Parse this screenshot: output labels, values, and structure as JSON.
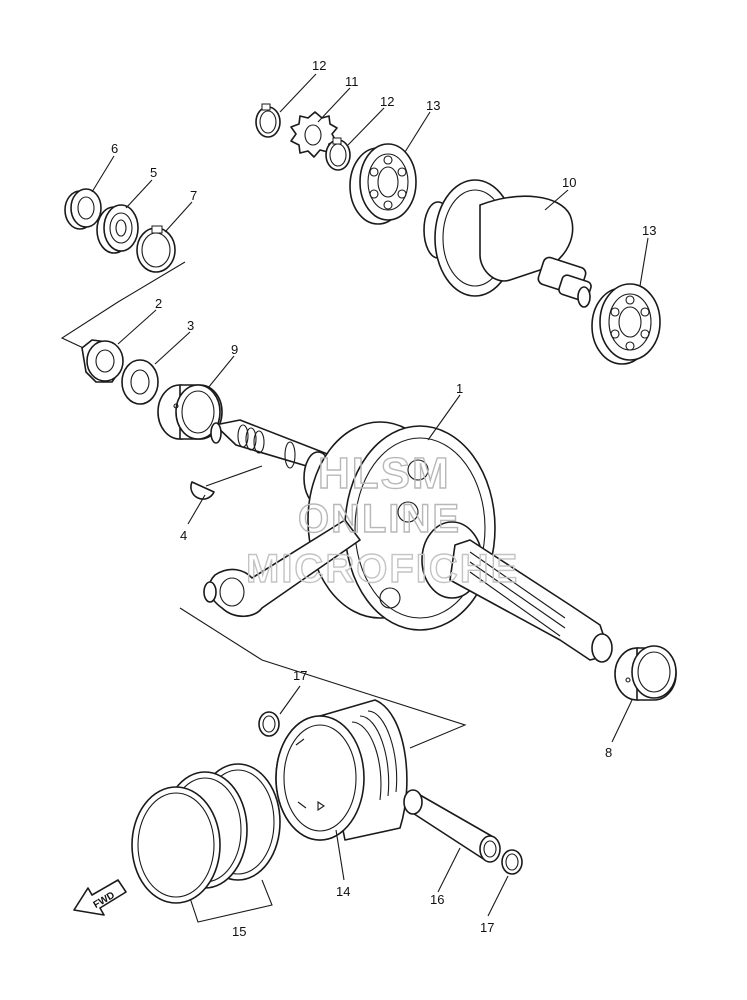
{
  "callouts": {
    "c1": "1",
    "c2": "2",
    "c3": "3",
    "c4": "4",
    "c5": "5",
    "c6": "6",
    "c7": "7",
    "c8": "8",
    "c9": "9",
    "c10": "10",
    "c11": "11",
    "c12a": "12",
    "c12b": "12",
    "c13a": "13",
    "c13b": "13",
    "c14": "14",
    "c15": "15",
    "c16": "16",
    "c17a": "17",
    "c17b": "17"
  },
  "watermark": {
    "line1": "HLSM",
    "line2": "ONLINE",
    "line3": "MICROFICHE"
  },
  "fwd_arrow": {
    "label": "FWD"
  },
  "colors": {
    "line": "#1a1a1a",
    "watermark": "#b8b8b8",
    "background": "#ffffff"
  }
}
